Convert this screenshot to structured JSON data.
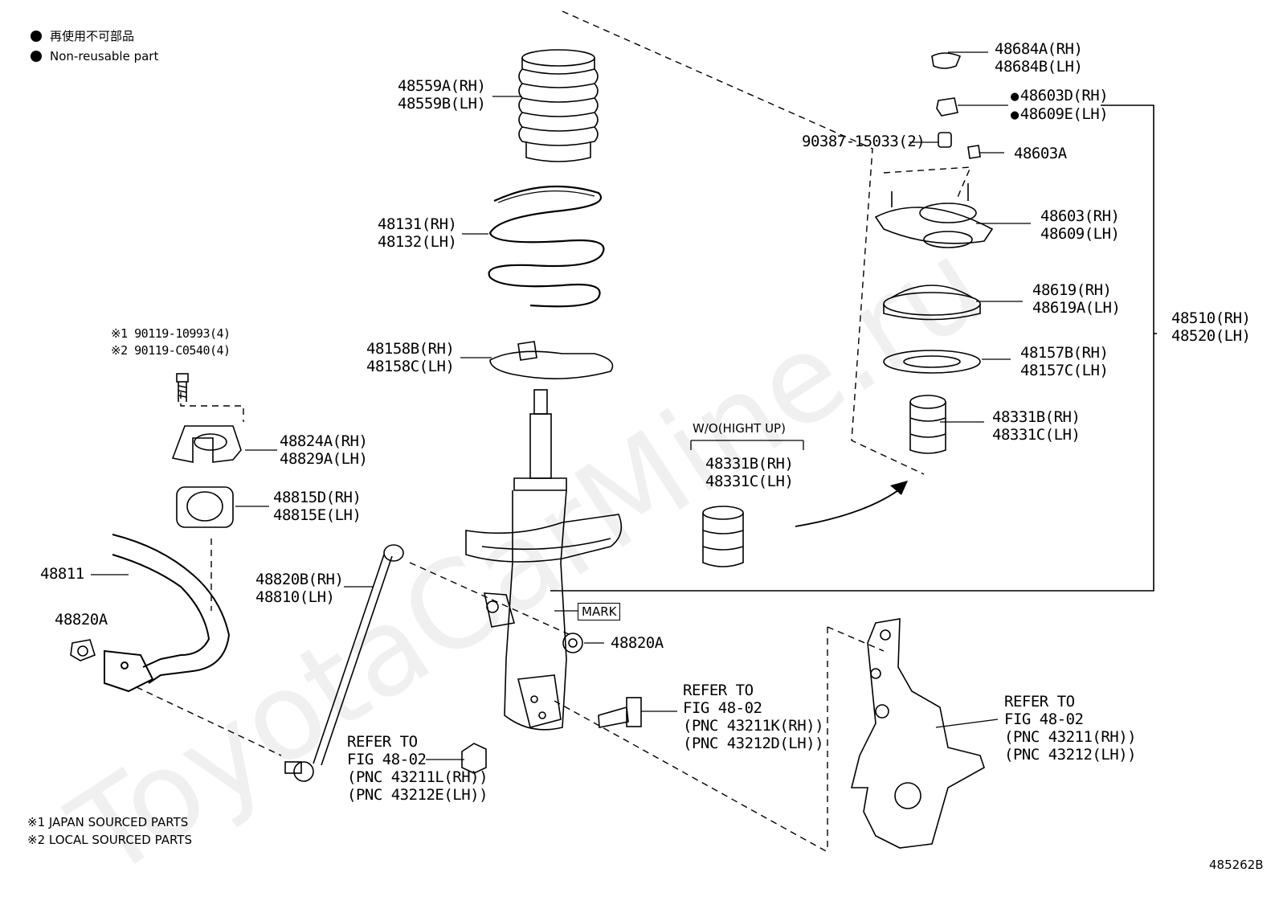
{
  "watermark": "ToyotaCarMine.ru",
  "legend": {
    "jp": "再使用不可部品",
    "en": "Non-reusable part"
  },
  "footnotes": {
    "n1": "※1 JAPAN SOURCED PARTS",
    "n2": "※2 LOCAL SOURCED PARTS"
  },
  "figure_id": "485262B",
  "labels": {
    "p48559": [
      "48559A(RH)",
      "48559B(LH)"
    ],
    "p48131": [
      "48131(RH)",
      "48132(LH)"
    ],
    "p48158": [
      "48158B(RH)",
      "48158C(LH)"
    ],
    "bolts": [
      "※1 90119-10993(4)",
      "※2 90119-C0540(4)"
    ],
    "p48824": [
      "48824A(RH)",
      "48829A(LH)"
    ],
    "p48815": [
      "48815D(RH)",
      "48815E(LH)"
    ],
    "p48811": "48811",
    "p48820a_left": "48820A",
    "p48820b": [
      "48820B(RH)",
      "48810(LH)"
    ],
    "mark": "MARK",
    "p48820a_mid": "48820A",
    "refer_mid_bolt": [
      "REFER TO",
      "FIG 48-02",
      "(PNC 43211K(RH))",
      "(PNC 43212D(LH))"
    ],
    "refer_nut": [
      "REFER TO",
      "FIG 48-02",
      "(PNC 43211L(RH))",
      "(PNC 43212E(LH))"
    ],
    "wo_hight": "W/O(HIGHT UP)",
    "p48331_mid": [
      "48331B(RH)",
      "48331C(LH)"
    ],
    "p48684": [
      "48684A(RH)",
      "48684B(LH)"
    ],
    "p48603d": [
      "48603D(RH)",
      "48609E(LH)"
    ],
    "p90387": "90387-15033(2)",
    "p48603a": "48603A",
    "p48603": [
      "48603(RH)",
      "48609(LH)"
    ],
    "p48619": [
      "48619(RH)",
      "48619A(LH)"
    ],
    "p48157": [
      "48157B(RH)",
      "48157C(LH)"
    ],
    "p48331_right": [
      "48331B(RH)",
      "48331C(LH)"
    ],
    "p48510": [
      "48510(RH)",
      "48520(LH)"
    ],
    "refer_knuckle": [
      "REFER TO",
      "FIG 48-02",
      "(PNC 43211(RH))",
      "(PNC 43212(LH))"
    ]
  }
}
